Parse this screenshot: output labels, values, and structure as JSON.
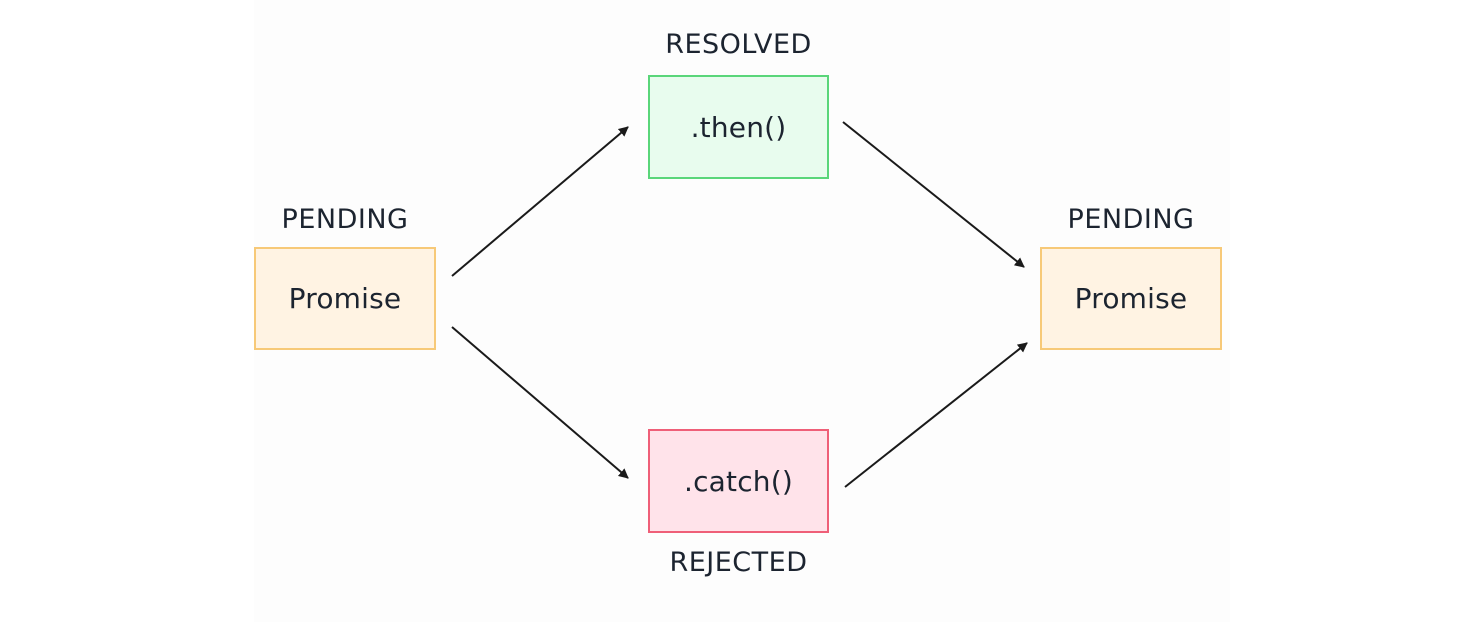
{
  "nodes": {
    "start_promise": {
      "state": "PENDING",
      "label": "Promise"
    },
    "then": {
      "state": "RESOLVED",
      "label": ".then()"
    },
    "catch": {
      "state": "REJECTED",
      "label": ".catch()"
    },
    "end_promise": {
      "state": "PENDING",
      "label": "Promise"
    }
  },
  "colors": {
    "pending_fill": "#fff3e3",
    "pending_border": "#f7c978",
    "resolved_fill": "#e8fcee",
    "resolved_border": "#5ad67a",
    "rejected_fill": "#ffe3ea",
    "rejected_border": "#ef5f78",
    "arrow": "#1a1a1a",
    "text": "#1c2430"
  },
  "edges": [
    {
      "from": "start_promise",
      "to": "then"
    },
    {
      "from": "start_promise",
      "to": "catch"
    },
    {
      "from": "then",
      "to": "end_promise"
    },
    {
      "from": "catch",
      "to": "end_promise"
    }
  ]
}
